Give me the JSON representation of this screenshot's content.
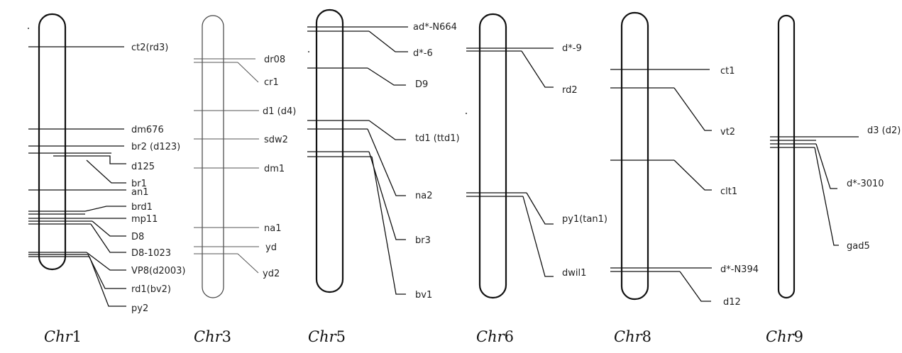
{
  "figure": {
    "chromosomes": [
      {
        "id": "chr1",
        "name": {
          "prefix": "Chr",
          "number": "1"
        },
        "genes": [
          "ct2(rd3)",
          "dm676",
          "br2 (d123)",
          "d125",
          "br1",
          "an1",
          "brd1",
          "mp11",
          "D8",
          "D8-1023",
          "VP8(d2003)",
          "rd1(bv2)",
          "py2"
        ]
      },
      {
        "id": "chr3",
        "name": {
          "prefix": "Chr",
          "number": "3"
        },
        "genes": [
          "dr08",
          "cr1",
          "d1 (d4)",
          "sdw2",
          "dm1",
          "na1",
          "yd",
          "yd2"
        ]
      },
      {
        "id": "chr5",
        "name": {
          "prefix": "Chr",
          "number": "5"
        },
        "genes": [
          "ad*-N664",
          "d*-6",
          "D9",
          "td1 (ttd1)",
          "na2",
          "br3",
          "bv1"
        ]
      },
      {
        "id": "chr6",
        "name": {
          "prefix": "Chr",
          "number": "6"
        },
        "genes": [
          "d*-9",
          "rd2",
          "py1(tan1)",
          "dwil1"
        ]
      },
      {
        "id": "chr8",
        "name": {
          "prefix": "Chr",
          "number": "8"
        },
        "genes": [
          "ct1",
          "vt2",
          "clt1",
          "d*-N394",
          "d12"
        ]
      },
      {
        "id": "chr9",
        "name": {
          "prefix": "Chr",
          "number": "9"
        },
        "genes": [
          "d3 (d2)",
          "d*-3010",
          "gad5"
        ]
      }
    ]
  }
}
